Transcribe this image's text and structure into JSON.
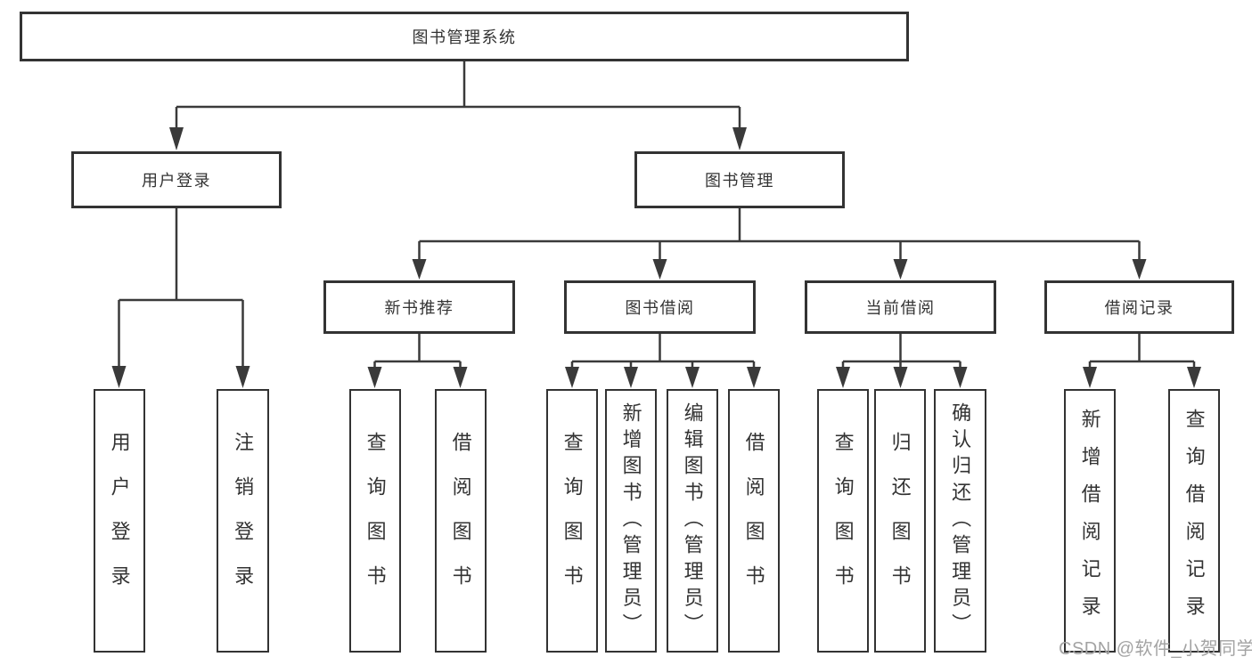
{
  "diagram": {
    "title": "图书管理系统",
    "login_branch": {
      "label": "用户登录",
      "children": [
        "用户登录",
        "注销登录"
      ]
    },
    "management_branch": {
      "label": "图书管理",
      "sections": [
        {
          "label": "新书推荐",
          "children": [
            "查询图书",
            "借阅图书"
          ]
        },
        {
          "label": "图书借阅",
          "children": [
            "查询图书",
            "新增图书（管理员）",
            "编辑图书（管理员）",
            "借阅图书"
          ]
        },
        {
          "label": "当前借阅",
          "children": [
            "查询图书",
            "归还图书",
            "确认归还（管理员）"
          ]
        },
        {
          "label": "借阅记录",
          "children": [
            "新增借阅记录",
            "查询借阅记录"
          ]
        }
      ]
    }
  },
  "watermark": "CSDN @软件_小贺同学",
  "colors": {
    "line": "#3a3a3a",
    "border": "#333333",
    "text": "#333333",
    "watermark": "#a3a3a3"
  }
}
